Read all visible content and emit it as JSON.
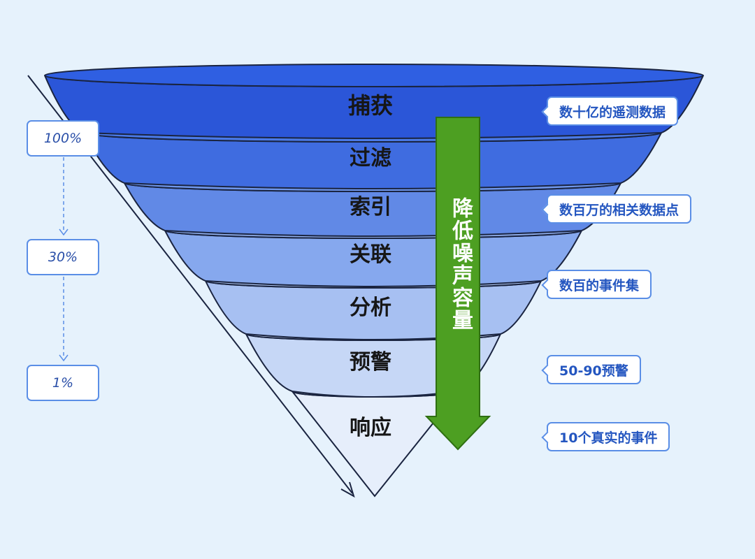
{
  "stages": [
    {
      "label": "捕获",
      "color_top": "#2f5fe2",
      "color_side": "#2b56d8"
    },
    {
      "label": "过滤",
      "color_top": "#4a7ae8",
      "color_side": "#3f6ce0"
    },
    {
      "label": "索引",
      "color_top": "#6f97ec",
      "color_side": "#6189e6"
    },
    {
      "label": "关联",
      "color_top": "#93b2f0",
      "color_side": "#86a8ee"
    },
    {
      "label": "分析",
      "color_top": "#b2c9f3",
      "color_side": "#a7c0f2"
    },
    {
      "label": "预警",
      "color_top": "#cfddf7",
      "color_side": "#c6d7f6"
    },
    {
      "label": "响应",
      "color_top": "#ebf2fc",
      "color_side": "#e6eefb"
    }
  ],
  "percentages": [
    "100%",
    "30%",
    "1%"
  ],
  "notes": [
    "数十亿的遥测数据",
    "数百万的相关数据点",
    "数百的事件集",
    "50-90预警",
    "10个真实的事件"
  ],
  "center_arrow": {
    "label": "降低噪声容量",
    "color": "#4d9f22"
  },
  "colors": {
    "background": "#e6f2fc",
    "outline": "#1a2440",
    "box_border": "#5a8ee6",
    "note_text": "#2456c0"
  }
}
